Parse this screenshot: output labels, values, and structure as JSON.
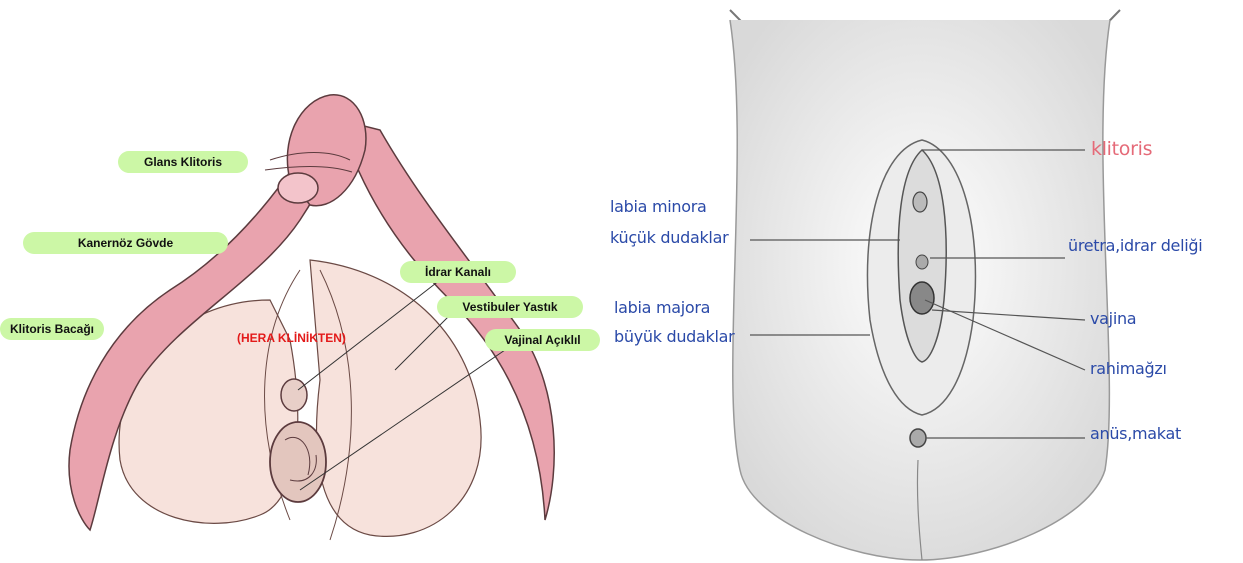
{
  "left_diagram": {
    "labels": {
      "glans": "Glans Klitoris",
      "body": "Kanernöz Gövde",
      "crus": "Klitoris Bacağı",
      "urethra": "İdrar Kanalı",
      "bulb": "Vestibuler Yastık",
      "vaginal": "Vajinal Açıklıl"
    },
    "watermark": "(HERA KLİNİKTEN)",
    "colors": {
      "pill": "#ccf7a6",
      "pink": "#e9a3ae",
      "bulb": "#f7e2dc",
      "watermark": "#e31a1a"
    }
  },
  "right_diagram": {
    "labels": {
      "klitoris": "klitoris",
      "labia_minora_1": "labia minora",
      "labia_minora_2": "küçük dudaklar",
      "labia_majora_1": "labia majora",
      "labia_majora_2": "büyük dudaklar",
      "uretra": "üretra,idrar deliği",
      "vajina": "vajina",
      "rahimagzi": "rahimağzı",
      "anus": "anüs,makat"
    },
    "colors": {
      "label": "#2b4aa8",
      "klitoris": "#e56a78",
      "line": "#555555"
    }
  }
}
